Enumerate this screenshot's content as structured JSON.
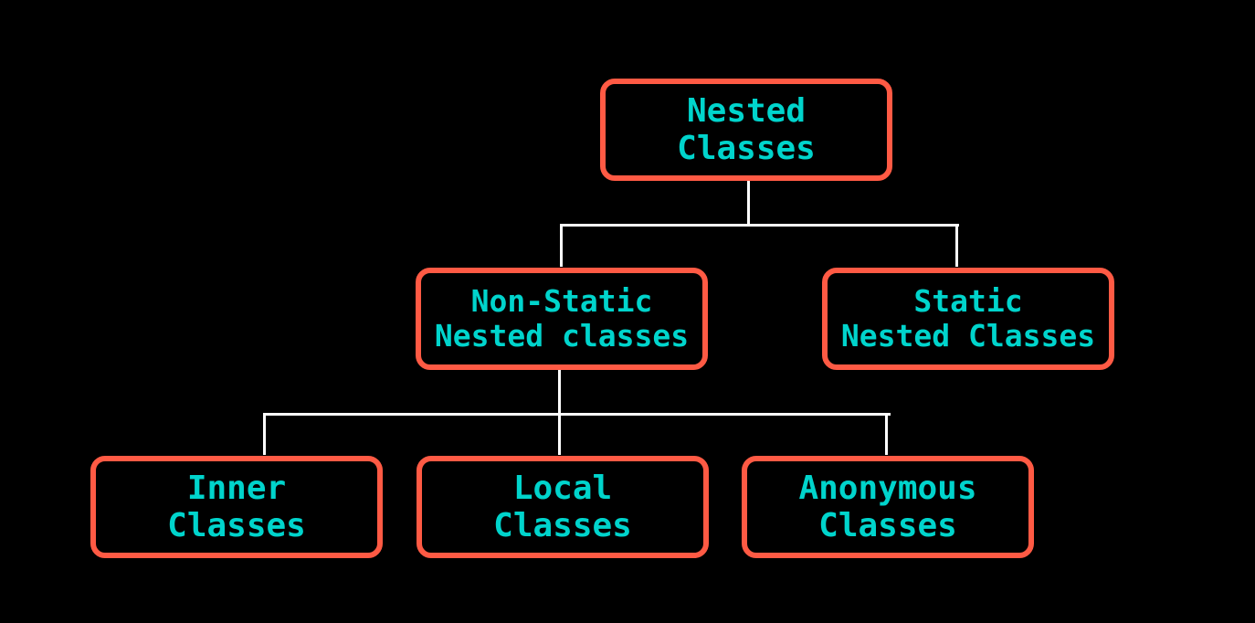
{
  "diagram": {
    "colors": {
      "background": "#000000",
      "box_border": "#ff5a44",
      "text": "#00d4cc",
      "connector": "#ffffff"
    },
    "root": {
      "line1": "Nested",
      "line2": "Classes"
    },
    "non_static": {
      "line1": "Non-Static",
      "line2": "Nested classes"
    },
    "static": {
      "line1": "Static",
      "line2": "Nested Classes"
    },
    "inner": {
      "line1": "Inner",
      "line2": "Classes"
    },
    "local": {
      "line1": "Local",
      "line2": "Classes"
    },
    "anonymous": {
      "line1": "Anonymous",
      "line2": "Classes"
    }
  }
}
